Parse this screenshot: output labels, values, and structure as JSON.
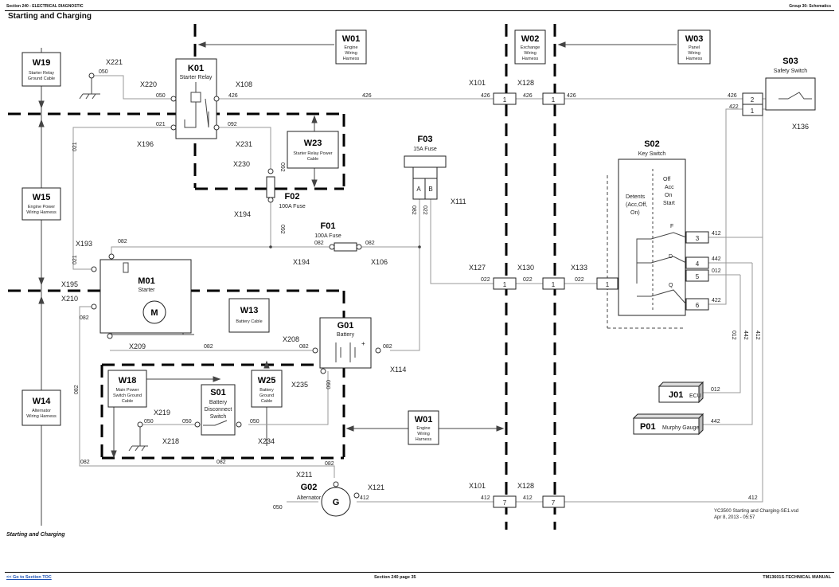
{
  "header": {
    "section": "Section 240 - ELECTRICAL DIAGNOSTIC",
    "group": "Group 30: Schematics"
  },
  "title": "Starting and Charging",
  "caption": "Starting and Charging",
  "footer": {
    "toc_link": "<< Go to Section TOC",
    "page": "Section 240 page 35",
    "manual": "TM13601S-TECHNICAL MANUAL"
  },
  "file_note": {
    "line1": "YC3500 Starting and Charging-SE1.vsd",
    "line2": "Apr 8, 2013  -  05:57"
  },
  "harnesses": {
    "w19": {
      "id": "W19",
      "desc": [
        "Starter Relay",
        "Ground Cable"
      ]
    },
    "w15": {
      "id": "W15",
      "desc": [
        "Engine Power",
        "Wiring Harness"
      ]
    },
    "w14": {
      "id": "W14",
      "desc": [
        "Alternator",
        "Wiring Harness"
      ]
    },
    "w01a": {
      "id": "W01",
      "desc": [
        "Engine",
        "Wiring",
        "Harness"
      ]
    },
    "w01b": {
      "id": "W01",
      "desc": [
        "Engine",
        "Wiring",
        "Harness"
      ]
    },
    "w02": {
      "id": "W02",
      "desc": [
        "Exchange",
        "Wiring",
        "Harness"
      ]
    },
    "w03": {
      "id": "W03",
      "desc": [
        "Panel",
        "Wiring",
        "Harness"
      ]
    },
    "w23": {
      "id": "W23",
      "desc": [
        "Starter Relay Power",
        "Cable"
      ]
    },
    "w13": {
      "id": "W13",
      "desc": [
        "Battery Cable"
      ]
    },
    "w18": {
      "id": "W18",
      "desc": [
        "Main Power",
        "Switch Ground",
        "Cable"
      ]
    },
    "w25": {
      "id": "W25",
      "desc": [
        "Battery",
        "Ground",
        "Cable"
      ]
    }
  },
  "components": {
    "k01": {
      "id": "K01",
      "name": "Starter Relay"
    },
    "m01": {
      "id": "M01",
      "name": "Starter",
      "symbol": "M"
    },
    "g01": {
      "id": "G01",
      "name": "Battery"
    },
    "g02": {
      "id": "G02",
      "name": "Alternator",
      "symbol": "G"
    },
    "s01": {
      "id": "S01",
      "name": [
        "Battery",
        "Disconnect",
        "Switch"
      ]
    },
    "s02": {
      "id": "S02",
      "name": "Key Switch",
      "detents": [
        "Detents",
        "(Acc,Off,",
        "On)"
      ],
      "positions": [
        "Off",
        "Acc",
        "On",
        "Start"
      ],
      "letters": [
        "F",
        "D",
        "Q"
      ]
    },
    "s03": {
      "id": "S03",
      "name": "Safety Switch"
    },
    "f01": {
      "id": "F01",
      "rating": "100A Fuse"
    },
    "f02": {
      "id": "F02",
      "rating": "100A Fuse"
    },
    "f03": {
      "id": "F03",
      "rating": "15A Fuse",
      "pins": [
        "A",
        "B"
      ]
    },
    "j01": {
      "id": "J01",
      "name": "ECU",
      "wire": "012"
    },
    "p01": {
      "id": "P01",
      "name": "Murphy Gauge",
      "wire": "442"
    }
  },
  "connectors": {
    "x221": "X221",
    "x220": "X220",
    "x108": "X108",
    "x196": "X196",
    "x231": "X231",
    "x230": "X230",
    "x194a": "X194",
    "x194b": "X194",
    "x193": "X193",
    "x195": "X195",
    "x210": "X210",
    "x209": "X209",
    "x106": "X106",
    "x208": "X208",
    "x114": "X114",
    "x235": "X235",
    "x219": "X219",
    "x218": "X218",
    "x234": "X234",
    "x211": "X211",
    "x121": "X121",
    "x111": "X111",
    "x101a": "X101",
    "x128a": "X128",
    "x127": "X127",
    "x130": "X130",
    "x133": "X133",
    "x101b": "X101",
    "x128b": "X128",
    "x136": "X136"
  },
  "pins": {
    "p1": "1",
    "p2": "2",
    "p3": "3",
    "p4": "4",
    "p5": "5",
    "p6": "6",
    "p7": "7"
  },
  "wires": {
    "w050": "050",
    "w426": "426",
    "w021": "021",
    "w092": "092",
    "w082": "082",
    "w022": "022",
    "w012": "012",
    "w412": "412",
    "w442": "442",
    "w422": "422"
  }
}
